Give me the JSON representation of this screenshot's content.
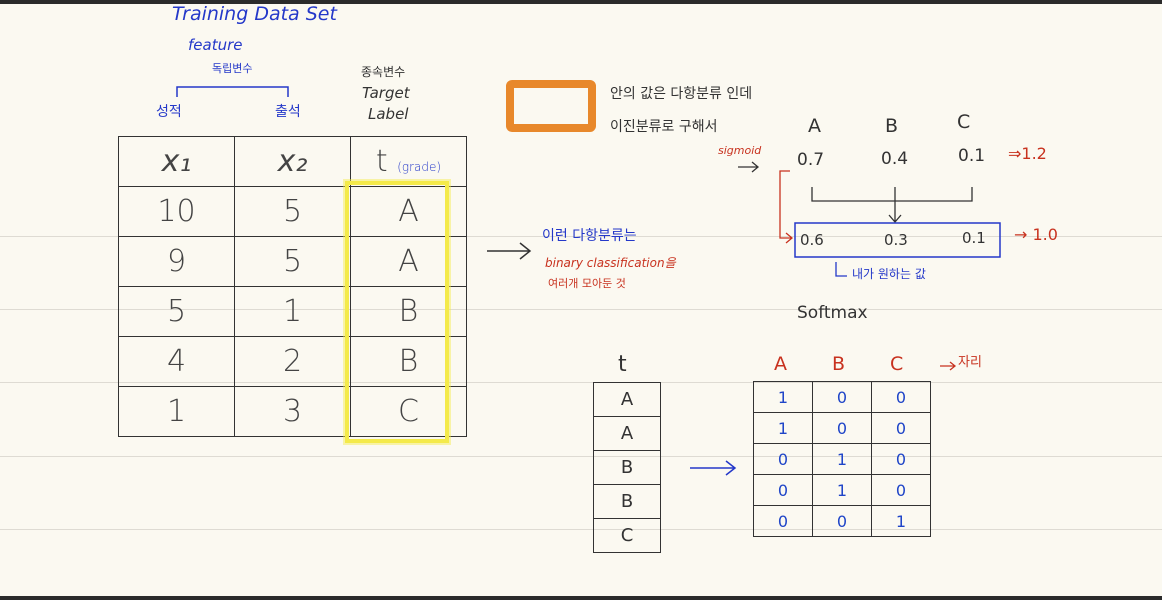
{
  "header": {
    "title": "Training Data Set",
    "feature": "feature",
    "independent_var": "독립변수",
    "grade_kor": "성적",
    "attendance_kor": "출석",
    "dependent_var": "종속변수",
    "target": "Target",
    "label": "Label"
  },
  "training_table": {
    "headers": [
      "x₁",
      "x₂",
      "t"
    ],
    "grade_note": "(grade)",
    "rows": [
      [
        "10",
        "5",
        "A"
      ],
      [
        "9",
        "5",
        "A"
      ],
      [
        "5",
        "1",
        "B"
      ],
      [
        "4",
        "2",
        "B"
      ],
      [
        "1",
        "3",
        "C"
      ]
    ]
  },
  "notes": {
    "line1": "안의 값은 다항분류 인데",
    "line2": "이진분류로 구해서",
    "multi_class": "이런 다항분류는",
    "binary": "binary classification을",
    "combine": "여러개 모아둔 것",
    "sigmoid": "sigmoid",
    "desired": "내가 원하는 값",
    "softmax": "Softmax",
    "position": "자리"
  },
  "probabilities": {
    "classes": [
      "A",
      "B",
      "C"
    ],
    "sigmoid_values": [
      "0.7",
      "0.4",
      "0.1"
    ],
    "sigmoid_sum": "1.2",
    "softmax_values": [
      "0.6",
      "0.3",
      "0.1"
    ],
    "softmax_sum": "1.0"
  },
  "target_table": {
    "header": "t",
    "values": [
      "A",
      "A",
      "B",
      "B",
      "C"
    ]
  },
  "onehot_table": {
    "headers": [
      "A",
      "B",
      "C"
    ],
    "rows": [
      [
        "1",
        "0",
        "0"
      ],
      [
        "1",
        "0",
        "0"
      ],
      [
        "0",
        "1",
        "0"
      ],
      [
        "0",
        "1",
        "0"
      ],
      [
        "0",
        "0",
        "1"
      ]
    ]
  },
  "colors": {
    "blue_ink": "#2438c9",
    "red_ink": "#c8321f",
    "highlight_yellow": "#f4ea4a",
    "orange": "#e8882b"
  }
}
